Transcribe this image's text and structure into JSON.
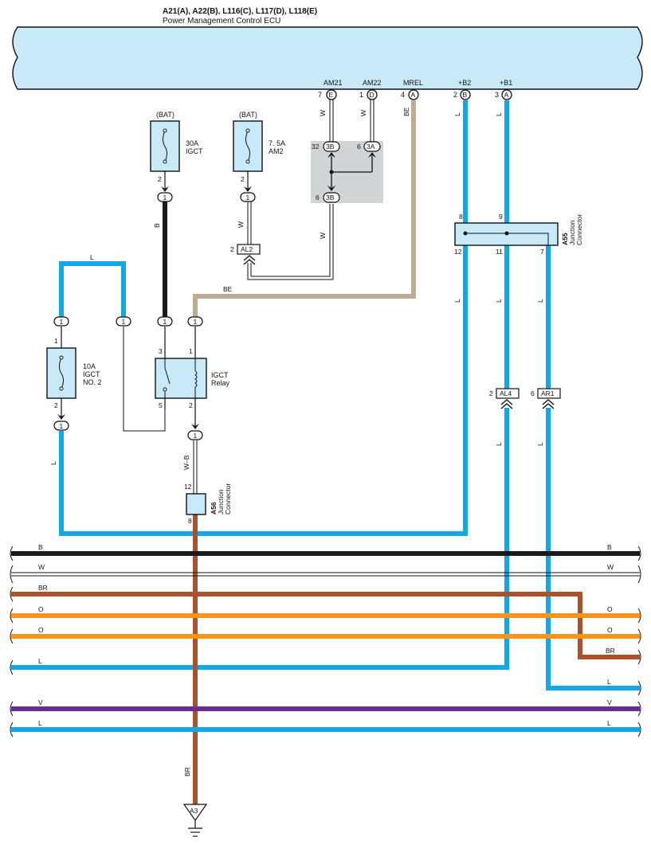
{
  "header": {
    "connector_ids": "A21(A), A22(B), L116(C), L117(D), L118(E)",
    "ecu_name": "Power Management Control ECU"
  },
  "colors": {
    "L": "#13a7e6",
    "B": "#1a1a1a",
    "BE": "#bfac95",
    "BR": "#a8522e",
    "O": "#f7941d",
    "V": "#6a2d8f",
    "ecu_fill": "#c8eaf8",
    "component_fill": "#c8eaf8",
    "gray_box": "#d2d3d5"
  },
  "ecu_terminals": [
    {
      "name": "AM21",
      "pin": "7",
      "letter": "E",
      "wire": "W"
    },
    {
      "name": "AM22",
      "pin": "1",
      "letter": "D",
      "wire": ""
    },
    {
      "name": "MREL",
      "pin": "4",
      "letter": "A",
      "wire": "BE"
    },
    {
      "name": "+B2",
      "pin": "2",
      "letter": "B",
      "wire": "L"
    },
    {
      "name": "+B1",
      "pin": "3",
      "letter": "A",
      "wire": "L"
    }
  ],
  "fuses": [
    {
      "source": "(BAT)",
      "rating": "30A",
      "name": "IGCT",
      "pin": "2"
    },
    {
      "source": "(BAT)",
      "rating": "7. 5A",
      "name": "AM2",
      "pin": "2"
    },
    {
      "rating": "10A",
      "name": "IGCT",
      "name2": "NO. 2",
      "pin_top": "1",
      "pin_bottom": "2"
    }
  ],
  "relay": {
    "name": "IGCT",
    "name2": "Relay",
    "pins": [
      "3",
      "1",
      "5",
      "2"
    ]
  },
  "junction_box": {
    "pins": [
      "32",
      "6",
      "6"
    ],
    "labels": [
      "3B",
      "3A",
      "3B"
    ]
  },
  "connectors": {
    "one": "1",
    "al2": {
      "id": "AL2",
      "pin": "2"
    },
    "al4": {
      "id": "AL4",
      "pin": "2"
    },
    "ar1": {
      "id": "AR1",
      "pin": "6"
    },
    "ground": "A3"
  },
  "junction_a55": {
    "id": "A55",
    "desc": "Junction",
    "desc2": "Connector",
    "pins_top": [
      "8",
      "9"
    ],
    "pins_bottom": [
      "12",
      "11",
      "7"
    ]
  },
  "junction_a56": {
    "id": "A56",
    "desc": "Junction",
    "desc2": "Connector",
    "pins": [
      "12",
      "8"
    ]
  },
  "wire_labels": {
    "L": "L",
    "B": "B",
    "W": "W",
    "BE": "BE",
    "WB": "W–B",
    "BR": "BR",
    "O": "O",
    "V": "V"
  },
  "buses": [
    {
      "left": "B",
      "right": "B",
      "color": "B"
    },
    {
      "left": "W",
      "right": "W",
      "color": "W"
    },
    {
      "left": "BR",
      "right": "BR",
      "color": "BR"
    },
    {
      "left": "O",
      "right": "O",
      "color": "O"
    },
    {
      "left": "O",
      "right": "O",
      "color": "O"
    },
    {
      "left": "L",
      "right": "L",
      "color": "L"
    },
    {
      "left": "V",
      "right": "V",
      "color": "V"
    },
    {
      "left": "L",
      "right": "L",
      "color": "L"
    }
  ]
}
